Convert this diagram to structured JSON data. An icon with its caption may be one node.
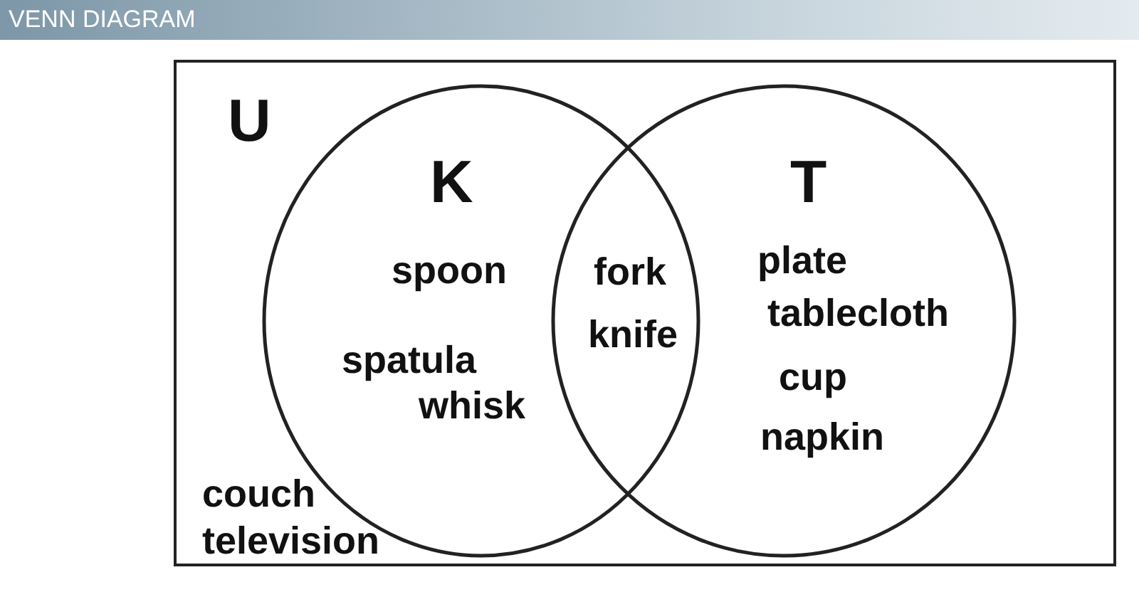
{
  "diagram": {
    "title": "VENN DIAGRAM",
    "nodes": [
      {
        "text": [
          "U",
          "couch",
          "television"
        ]
      },
      {
        "text": [
          "K",
          "spoon",
          "spatula",
          "whisk"
        ],
        "in": 0
      },
      {
        "text": [
          "T",
          "plate",
          "tablecloth",
          "cup",
          "napkin"
        ],
        "in": 0
      }
    ],
    "labels": [
      "fork",
      "knife"
    ]
  }
}
